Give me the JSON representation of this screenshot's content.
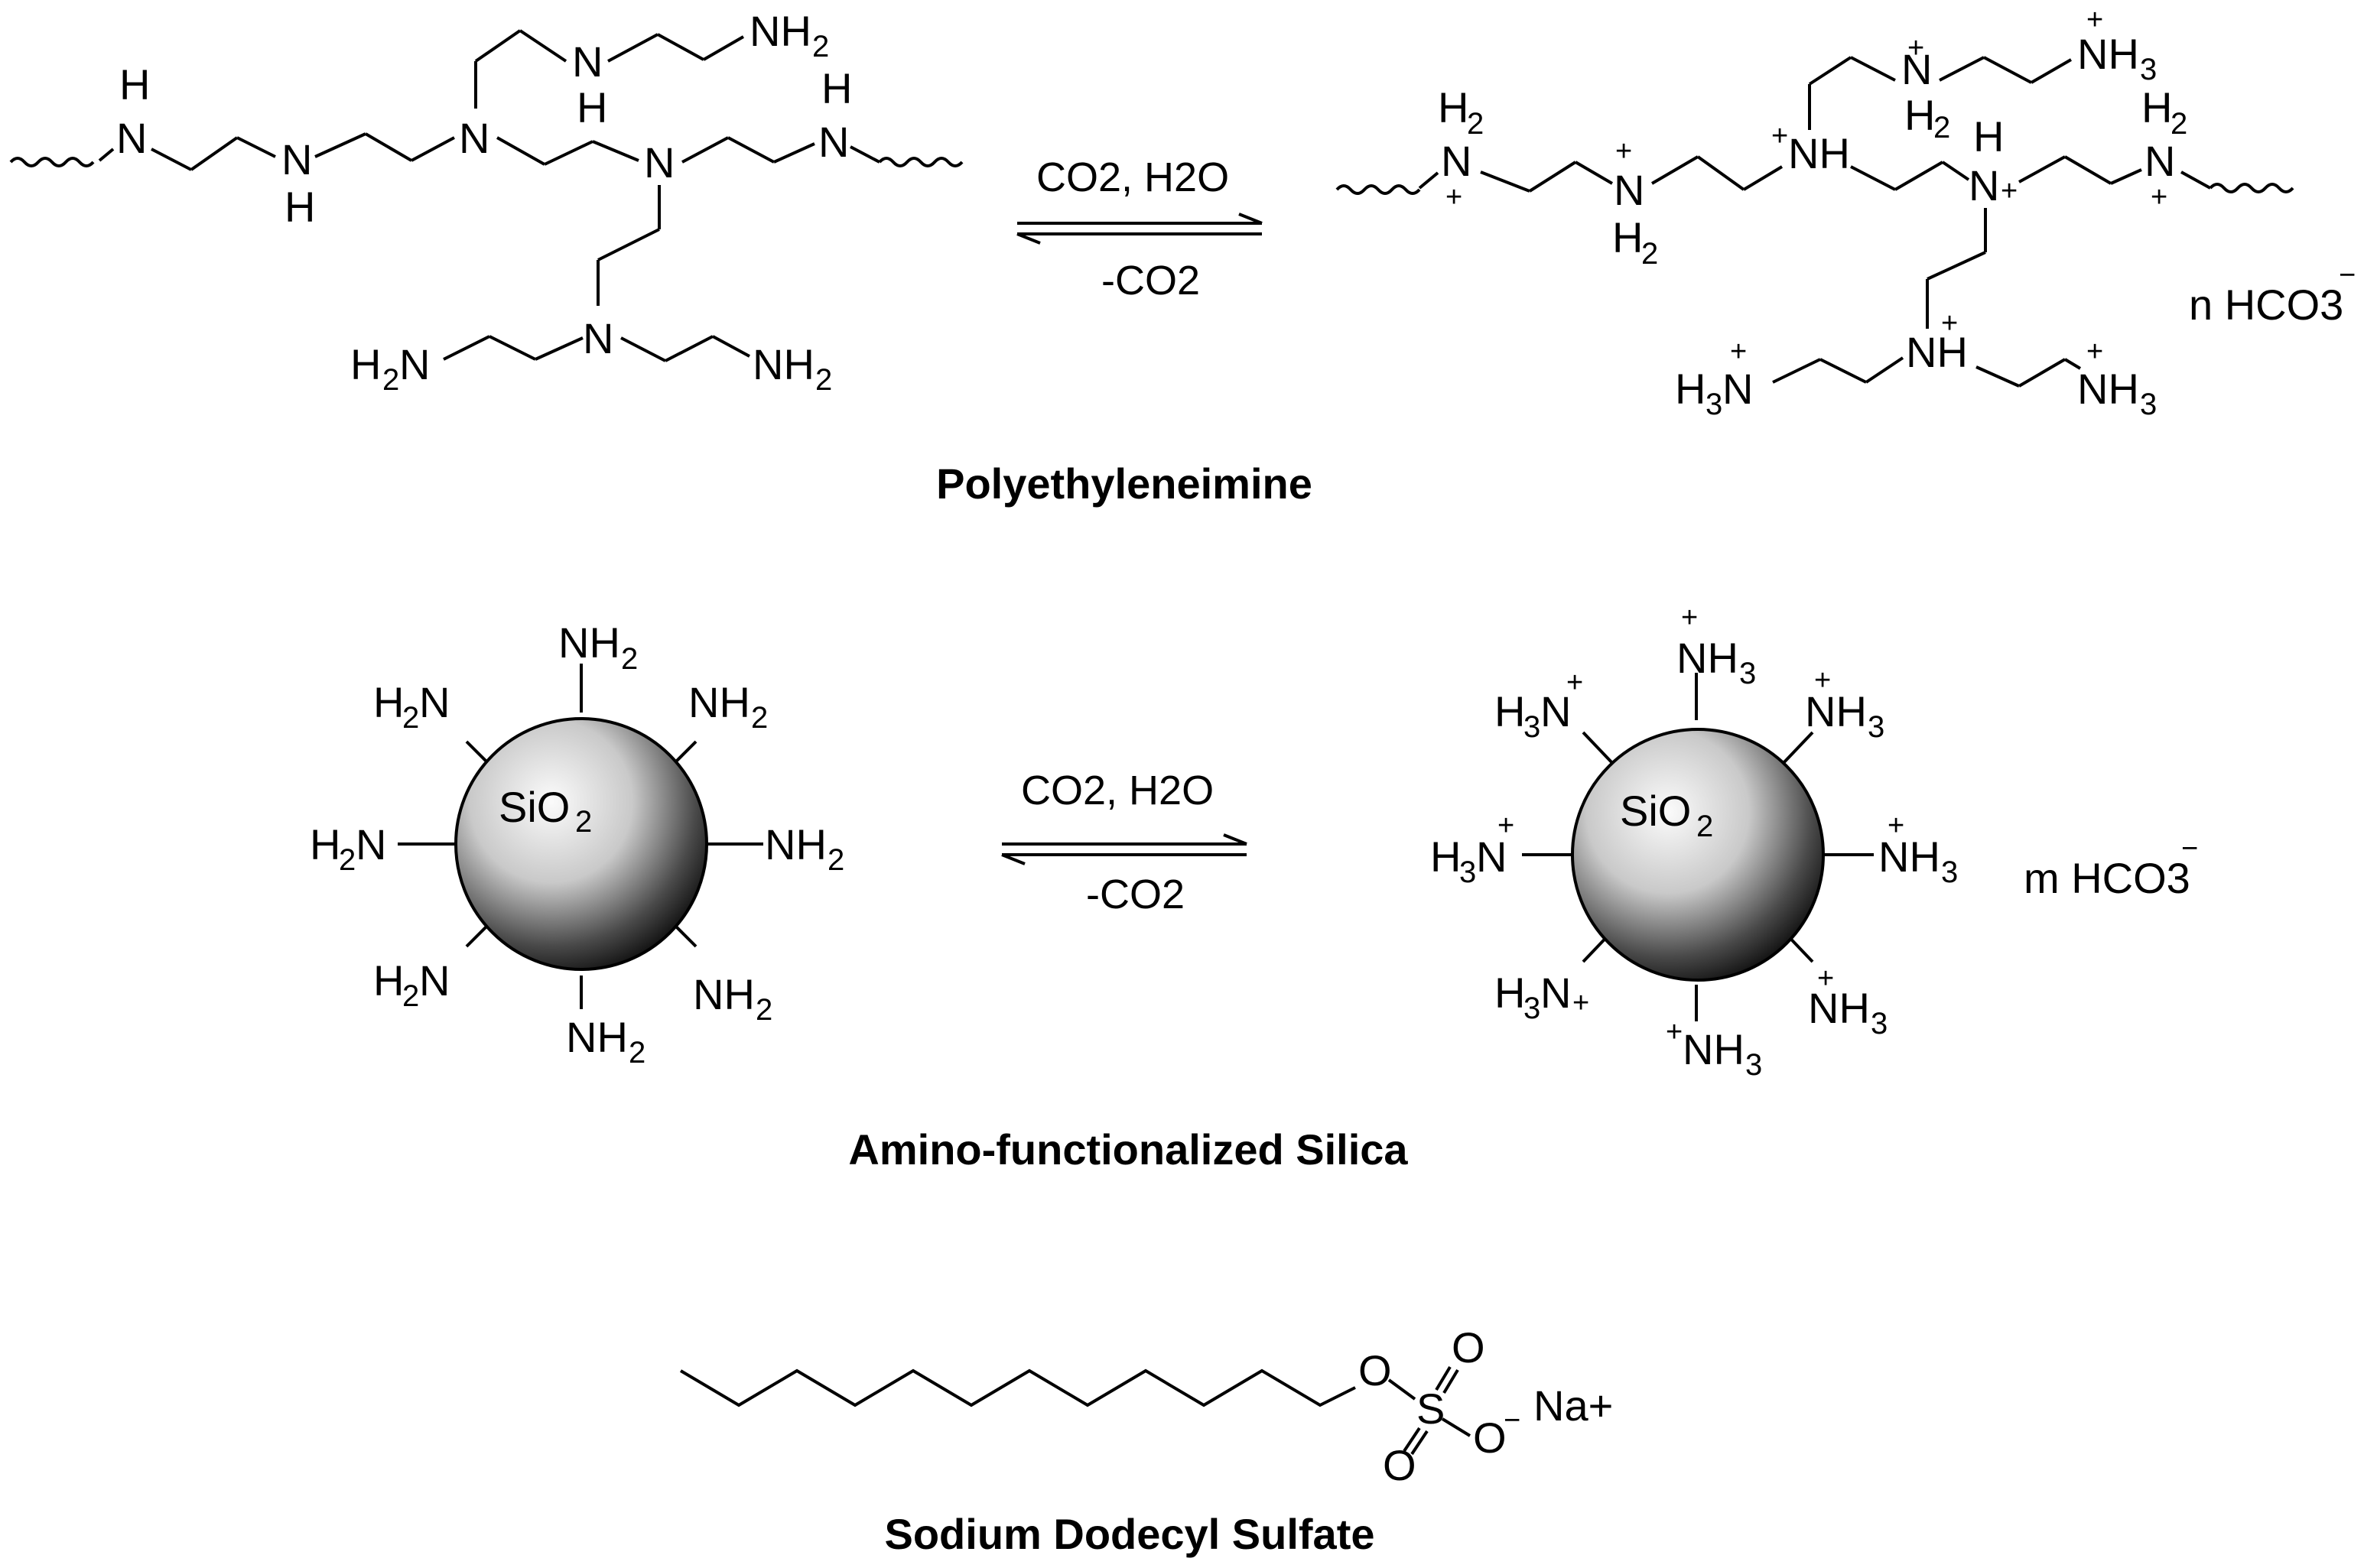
{
  "conditions": {
    "forward": "CO2, H2O",
    "reverse": "-CO2"
  },
  "captions": {
    "pei": "Polyethyleneimine",
    "silica": "Amino-functionalized Silica",
    "sds": "Sodium Dodecyl Sulfate"
  },
  "counterions": {
    "pei": "n HCO3",
    "silica": "m HCO3",
    "sds": "Na+"
  },
  "silica_core_label": "SiO2",
  "colors": {
    "ink": "#000000",
    "background": "#ffffff",
    "sphere_light": "#f2f2f2",
    "sphere_dark": "#111111"
  }
}
